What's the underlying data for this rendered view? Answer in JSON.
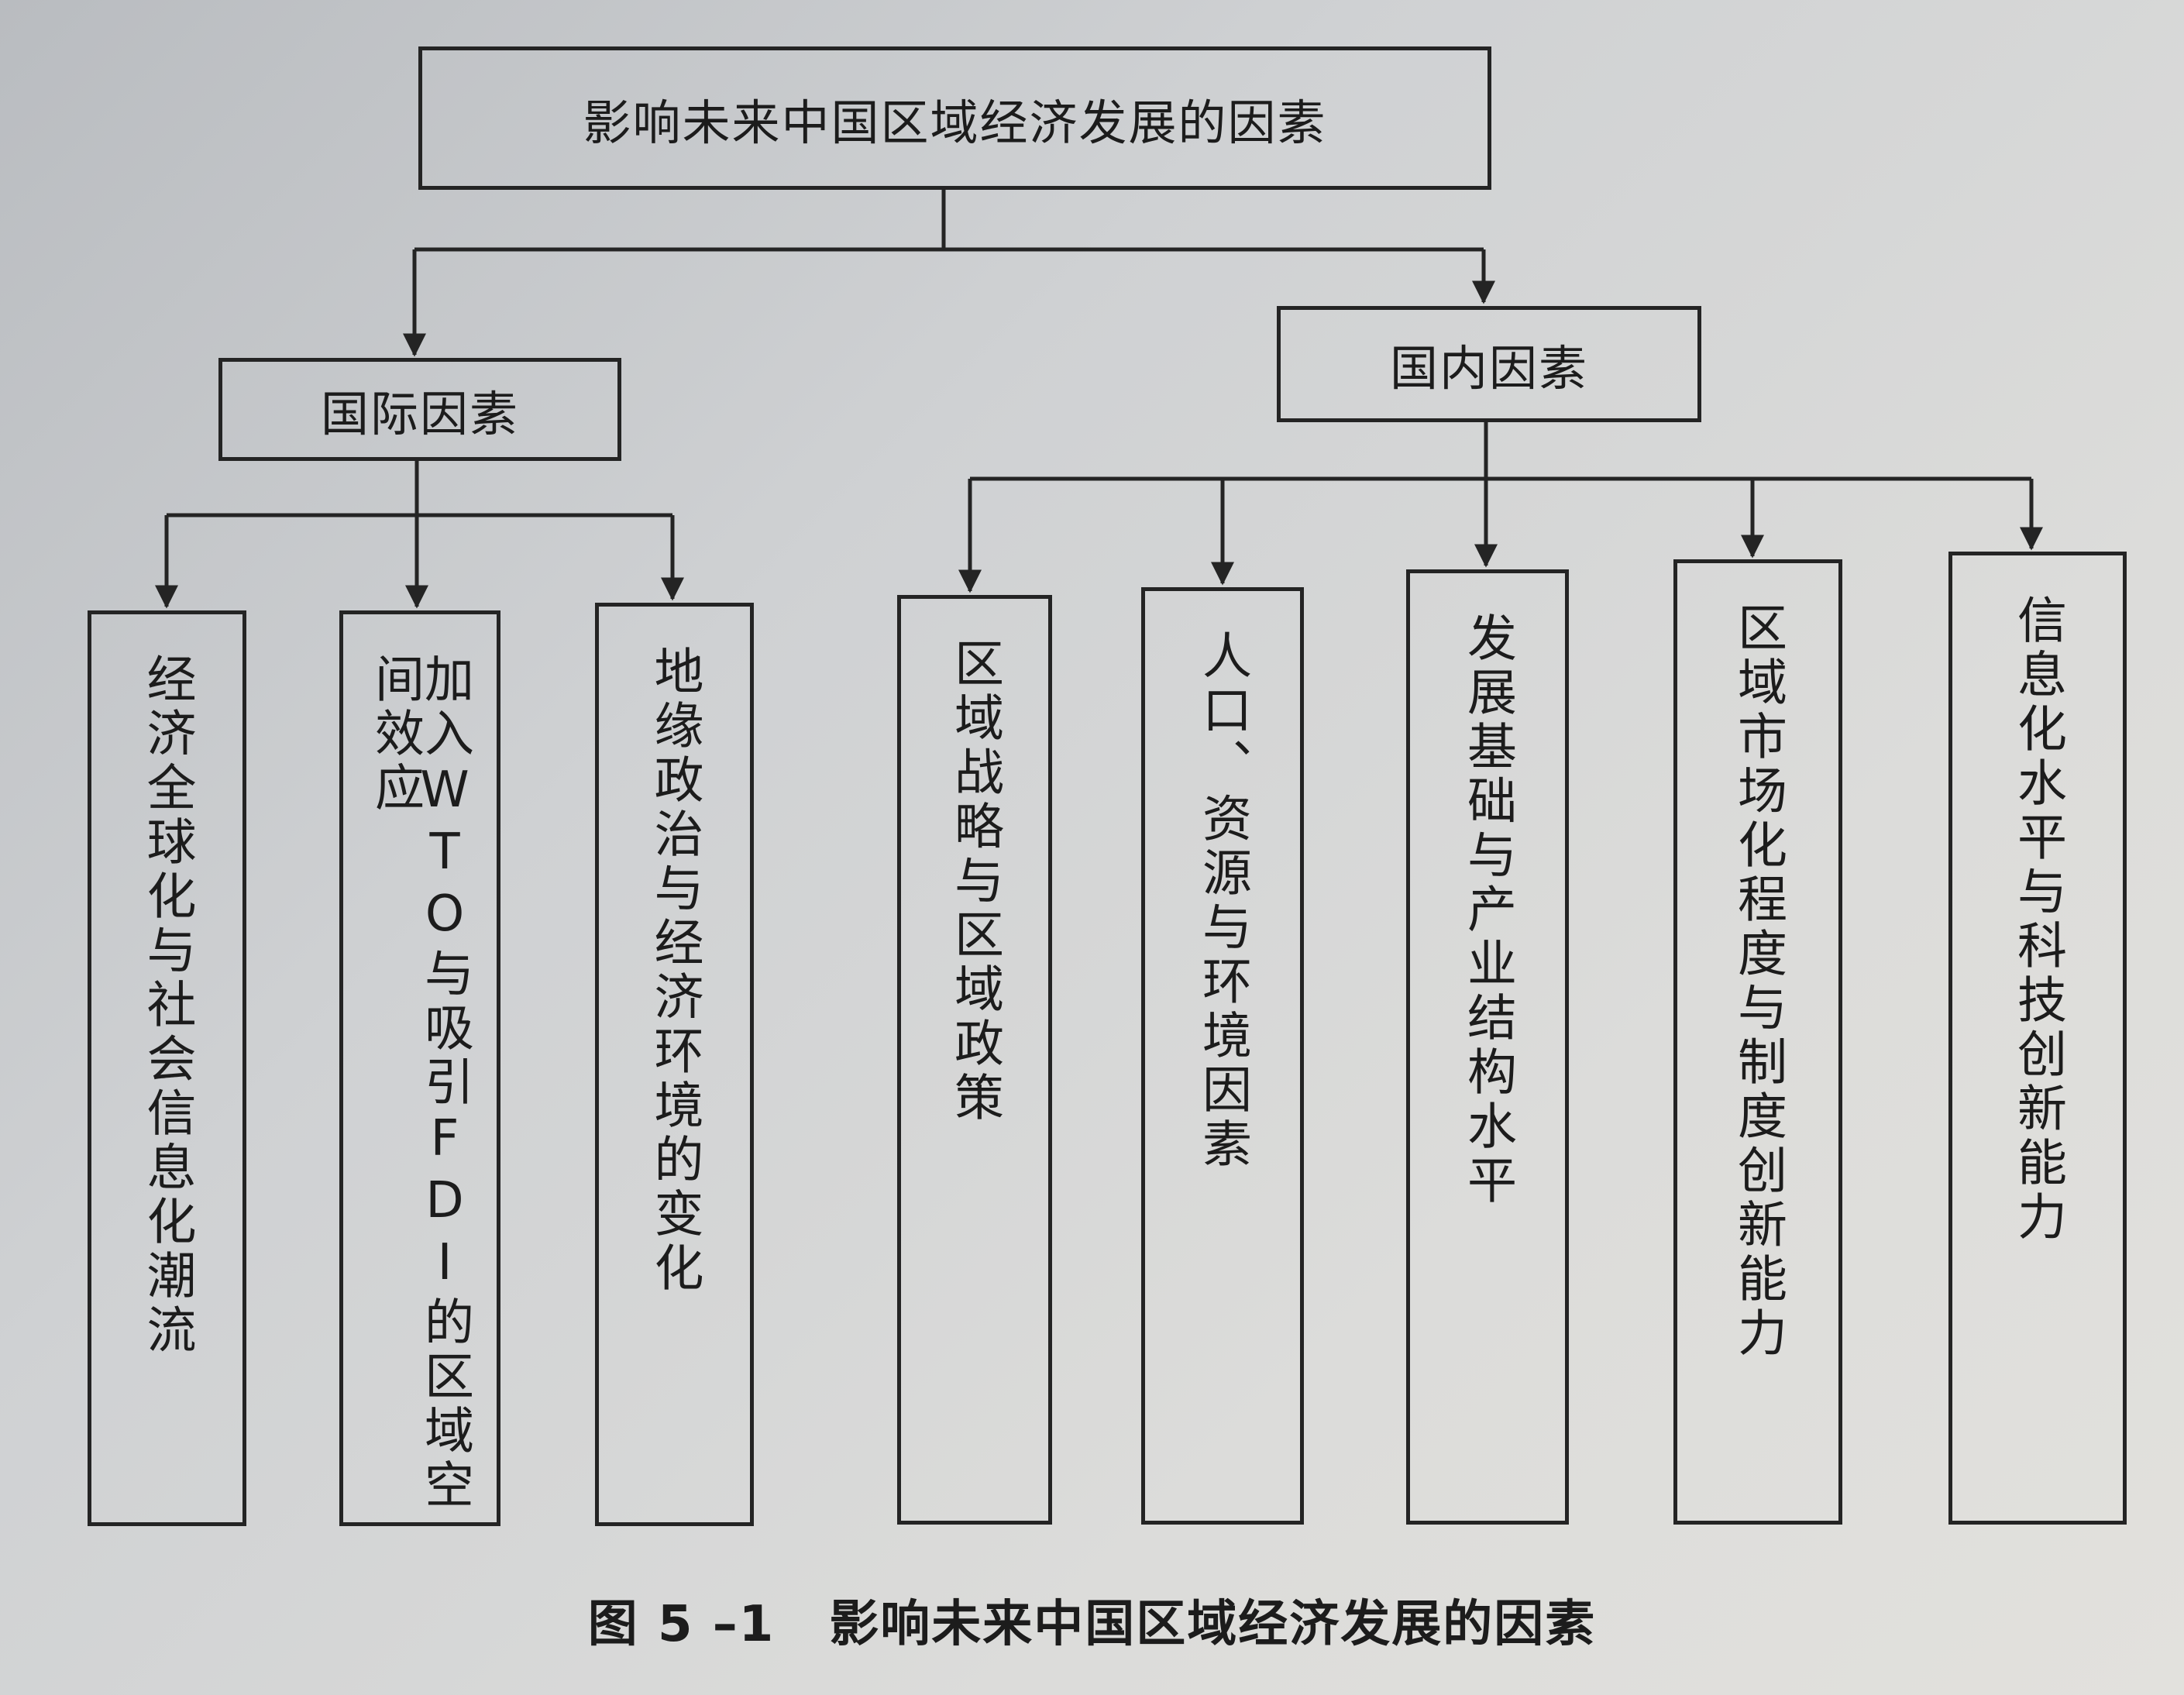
{
  "diagram": {
    "root": {
      "label": "影响未来中国区域经济发展的因素"
    },
    "international": {
      "label": "国际因素",
      "children": [
        "经济全球化与社会信息化潮流",
        "加入WTO与吸引FDI的区域空间效应",
        "地缘政治与经济环境的变化"
      ]
    },
    "domestic": {
      "label": "国内因素",
      "children": [
        "区域战略与区域政策",
        "人口、资源与环境因素",
        "发展基础与产业结构水平",
        "区域市场化程度与制度创新能力",
        "信息化水平与科技创新能力"
      ]
    }
  },
  "caption": {
    "number": "图 5 –1",
    "title": "影响未来中国区域经济发展的因素"
  }
}
